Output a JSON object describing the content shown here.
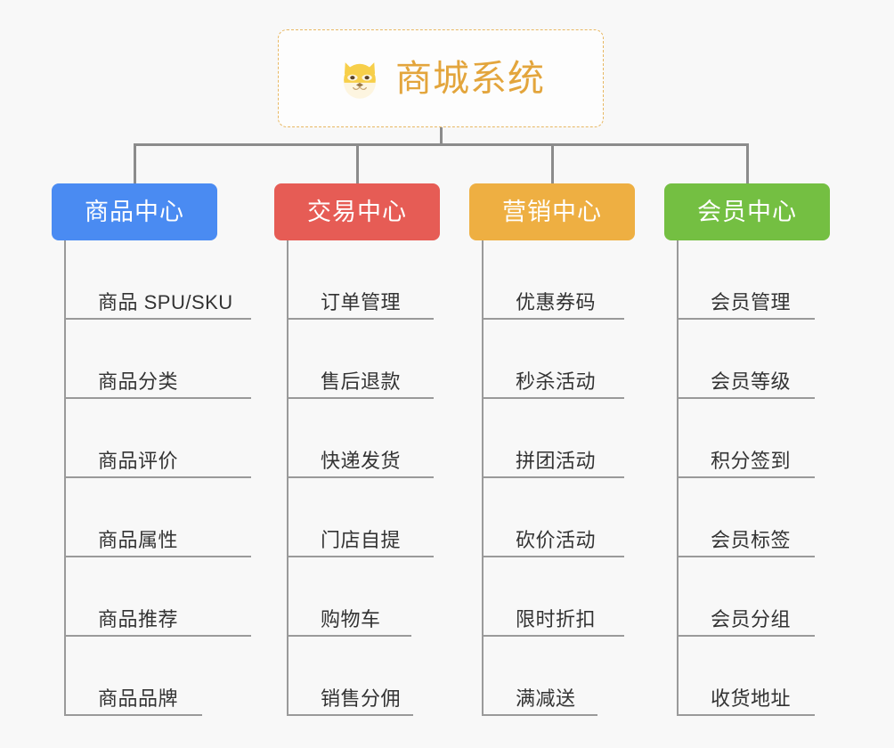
{
  "background_color": "#f8f8f8",
  "root": {
    "title": "商城系统",
    "icon": "shiba-dog-face-icon",
    "title_color": "#e3a53c",
    "border_color": "#e8b863"
  },
  "connector_color": "#8c8c8c",
  "columns": [
    {
      "title": "商品中心",
      "color": "#4a8bf2",
      "items": [
        "商品 SPU/SKU",
        "商品分类",
        "商品评价",
        "商品属性",
        "商品推荐",
        "商品品牌"
      ]
    },
    {
      "title": "交易中心",
      "color": "#e65c55",
      "items": [
        "订单管理",
        "售后退款",
        "快递发货",
        "门店自提",
        "购物车",
        "销售分佣"
      ]
    },
    {
      "title": "营销中心",
      "color": "#eeaf42",
      "items": [
        "优惠券码",
        "秒杀活动",
        "拼团活动",
        "砍价活动",
        "限时折扣",
        "满减送"
      ]
    },
    {
      "title": "会员中心",
      "color": "#74bf42",
      "items": [
        "会员管理",
        "会员等级",
        "积分签到",
        "会员标签",
        "会员分组",
        "收货地址"
      ]
    }
  ]
}
